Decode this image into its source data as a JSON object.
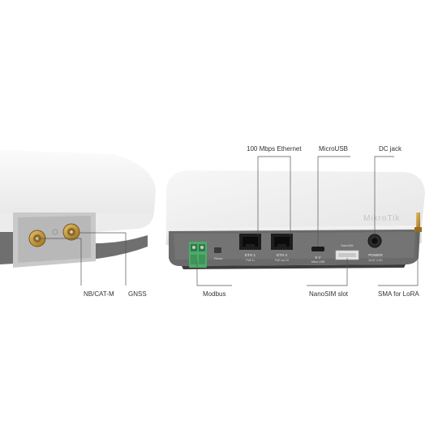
{
  "callouts": {
    "ethernet": "100 Mbps Ethernet",
    "microusb": "MicroUSB",
    "dcjack": "DC jack",
    "nbcatm": "NB/CAT-M",
    "gnss": "GNSS",
    "modbus": "Modbus",
    "nanosim": "NanoSIM slot",
    "sma": "SMA for LoRA"
  },
  "device": {
    "brand": "MikroTik",
    "eth1_label": "ETH 1",
    "eth1_sub": "PoE in",
    "eth2_label": "ETH 2",
    "eth2_sub": "PoE out 24",
    "usb_label": "5 V",
    "usb_sub": "Micro USB",
    "power_label": "POWER",
    "power_sub": "10-57 V DC",
    "reset_label": "Reset",
    "sim_label": "NanoSIM"
  },
  "colors": {
    "shell_white": "#f1f1f1",
    "band_grey": "#6f6f6f",
    "port_dark": "#222222",
    "terminal_green": "#4caa6a",
    "antenna_gold": "#c89a3a"
  }
}
